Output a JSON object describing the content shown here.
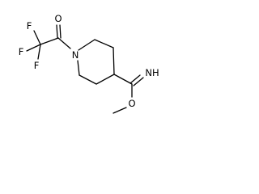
{
  "atoms": {
    "fluorine_top": "F",
    "fluorine_left": "F",
    "fluorine_bottom": "F",
    "oxygen_carbonyl": "O",
    "nitrogen_ring": "N",
    "nitrogen_imine": "NH",
    "oxygen_methoxy": "O"
  },
  "colors": {
    "bond": "#000000",
    "label": "#000000",
    "background": "#ffffff"
  }
}
